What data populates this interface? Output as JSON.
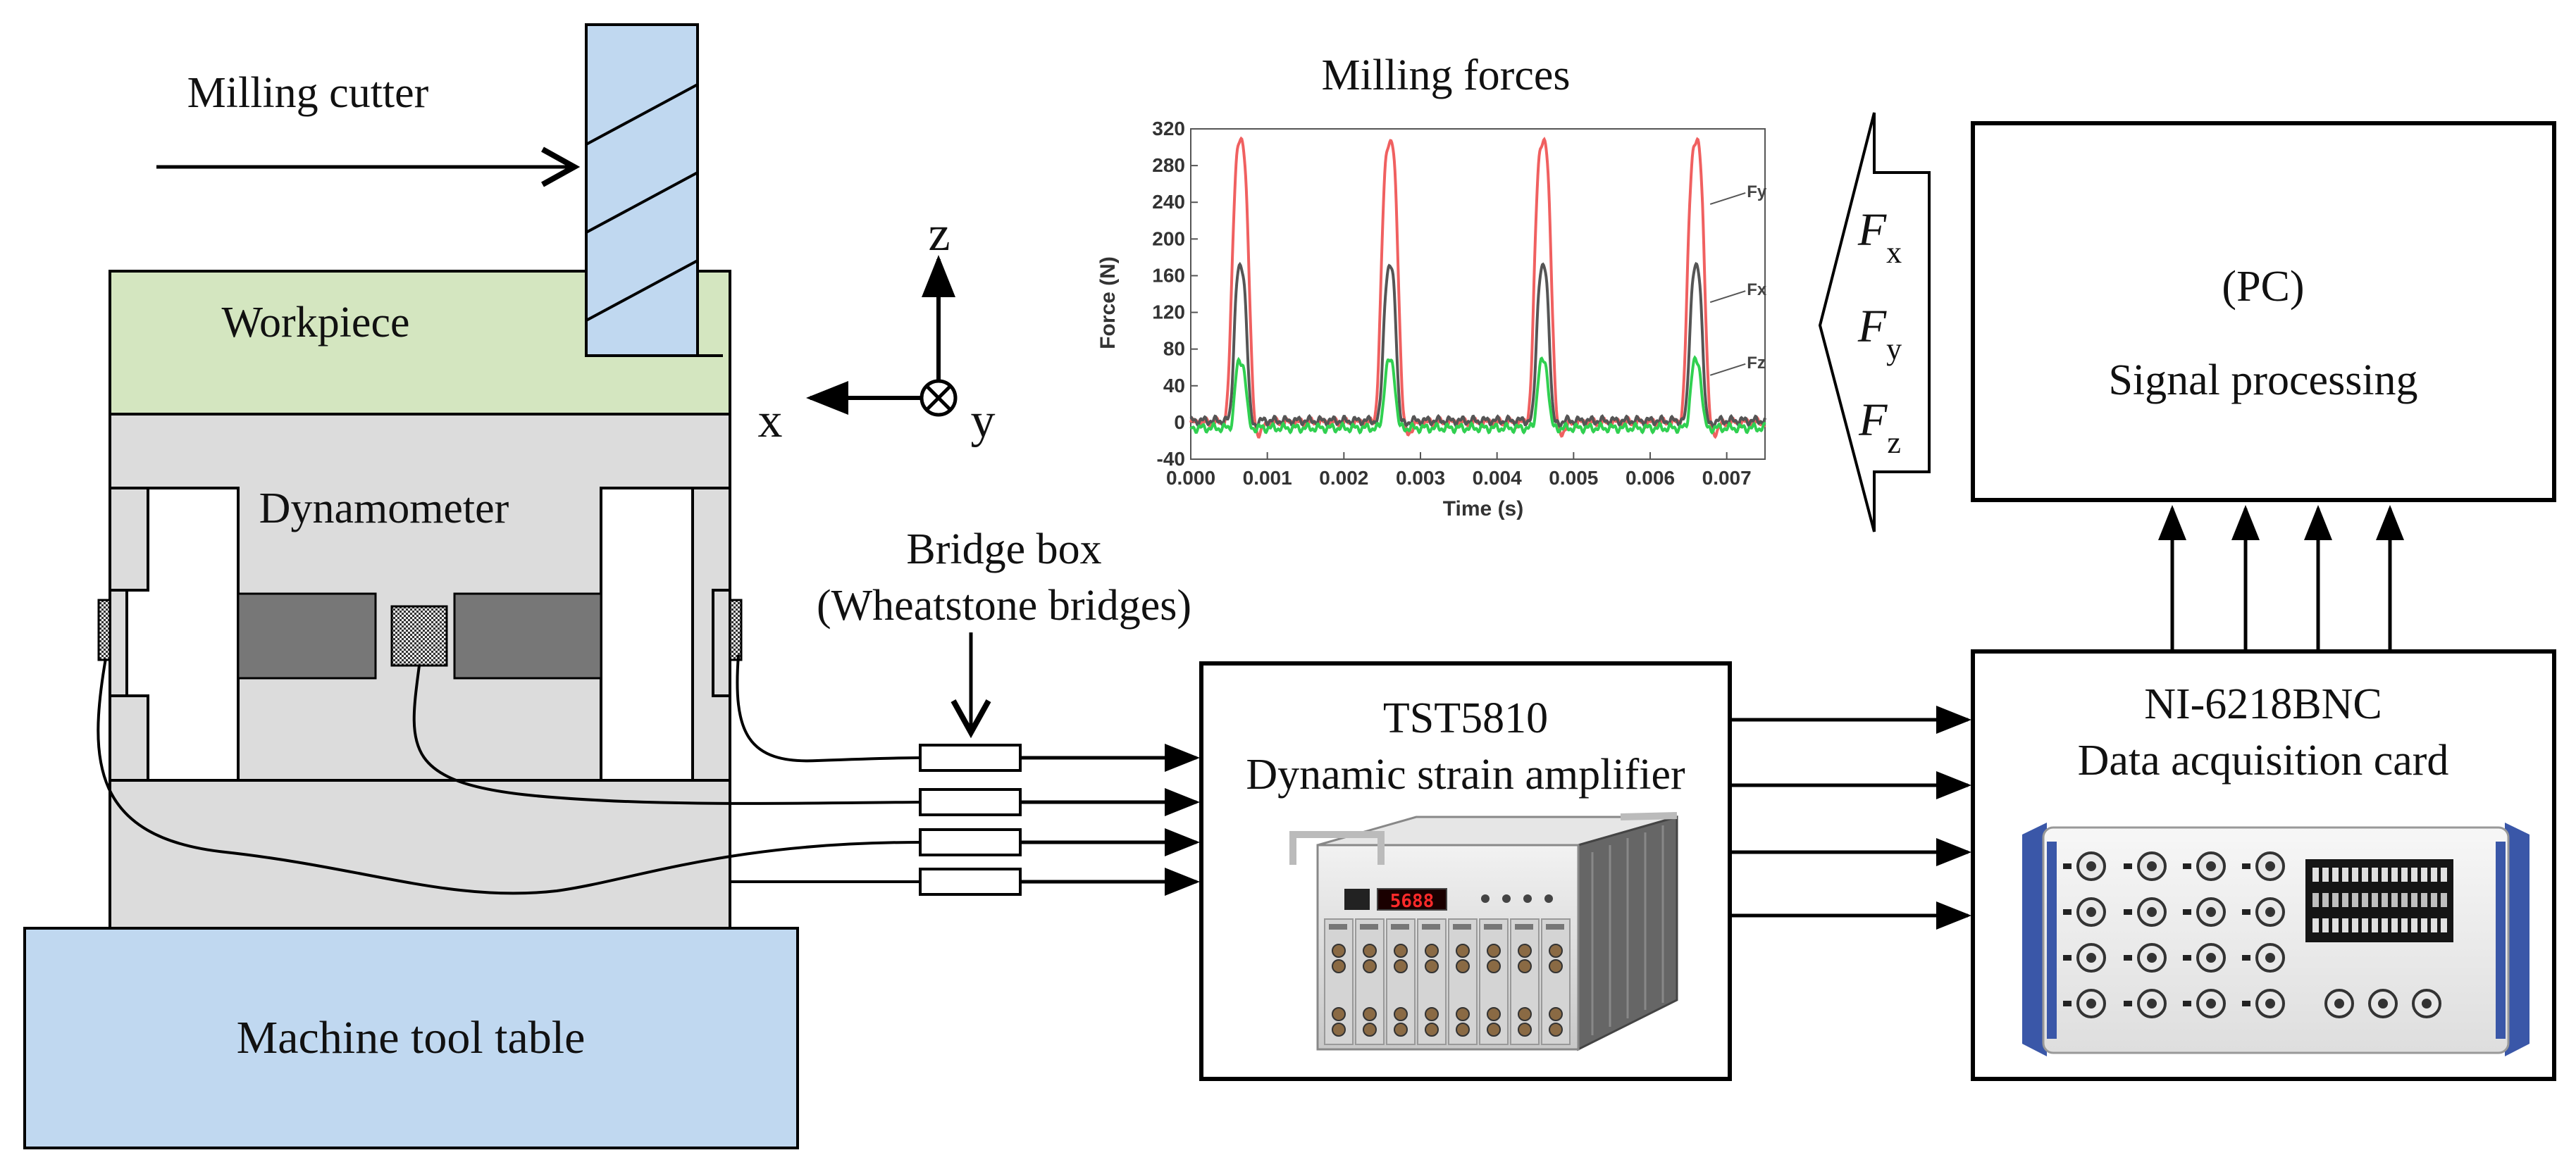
{
  "labels": {
    "milling_cutter": "Milling cutter",
    "workpiece": "Workpiece",
    "dynamometer": "Dynamometer",
    "machine_table": "Machine tool table",
    "bridge_box_line1": "Bridge box",
    "bridge_box_line2": "(Wheatstone bridges)",
    "amp_line1": "TST5810",
    "amp_line2": "Dynamic strain amplifier",
    "daq_line1": "NI-6218BNC",
    "daq_line2": "Data acquisition card",
    "pc_line1": "(PC)",
    "pc_line2": "Signal processing",
    "amp_display": "5688"
  },
  "axes": {
    "z": "z",
    "x": "x",
    "y": "y"
  },
  "forces": [
    {
      "base": "F",
      "sub": "x"
    },
    {
      "base": "F",
      "sub": "y"
    },
    {
      "base": "F",
      "sub": "z"
    }
  ],
  "colors": {
    "workpiece": "#d4e6c0",
    "cutter": "#c0d8f0",
    "dynamometer": "#dcdcdc",
    "table": "#c0d8f0",
    "sensor": "#777777",
    "fy": "#f06060",
    "fx": "#555555",
    "fz": "#30d050"
  },
  "chart_data": {
    "type": "line",
    "title": "Milling forces",
    "xlabel": "Time (s)",
    "ylabel": "Force (N)",
    "xlim": [
      0,
      0.0075
    ],
    "ylim": [
      -40,
      320
    ],
    "xticks": [
      "0.000",
      "0.001",
      "0.002",
      "0.003",
      "0.004",
      "0.005",
      "0.006",
      "0.007"
    ],
    "yticks": [
      "-40",
      "0",
      "40",
      "80",
      "120",
      "160",
      "200",
      "240",
      "280",
      "320"
    ],
    "peak_times": [
      0.00065,
      0.0026,
      0.0046,
      0.0066
    ],
    "series": [
      {
        "name": "Fy",
        "peak": 305,
        "width": 0.00026,
        "baseline": 0,
        "dip": -12
      },
      {
        "name": "Fx",
        "peak": 168,
        "width": 0.0002,
        "baseline": 2,
        "dip": -4
      },
      {
        "name": "Fz",
        "peak": 66,
        "width": 0.00018,
        "baseline": -6,
        "dip": 0
      }
    ]
  }
}
